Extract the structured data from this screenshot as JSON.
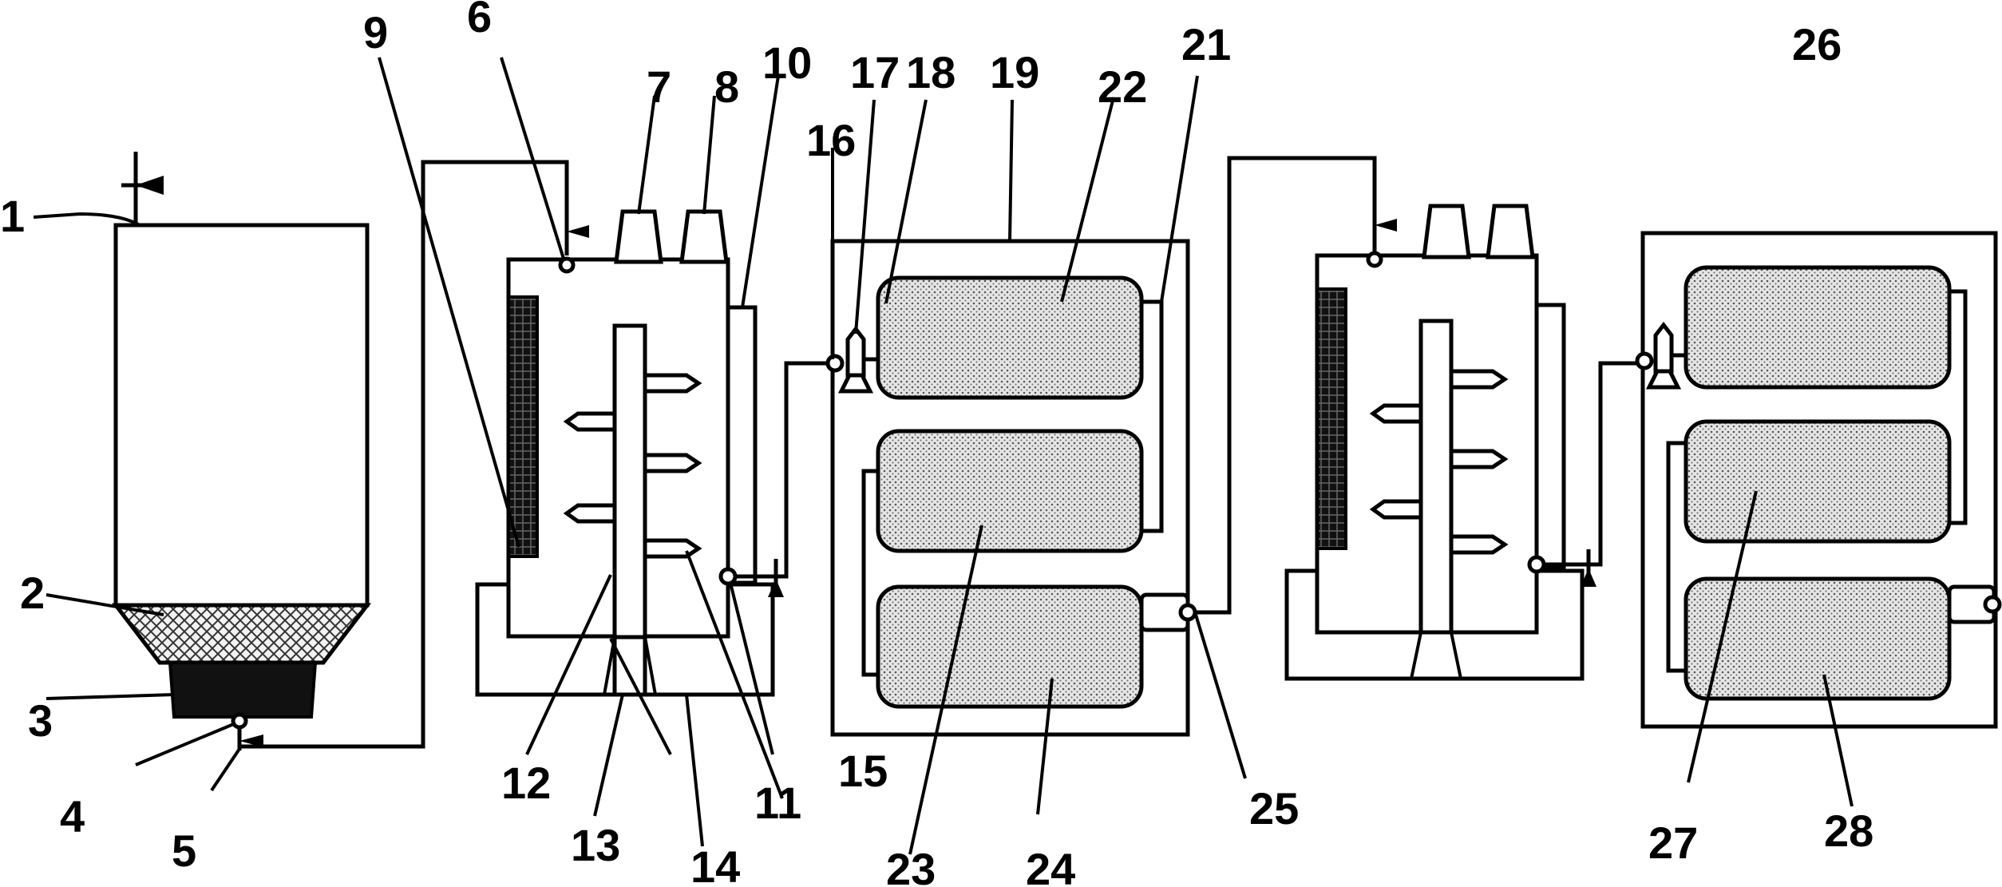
{
  "labels": {
    "n1": "1",
    "n2": "2",
    "n3": "3",
    "n4": "4",
    "n5": "5",
    "n6": "6",
    "n7": "7",
    "n8": "8",
    "n9": "9",
    "n10": "10",
    "n11": "11",
    "n12": "12",
    "n13": "13",
    "n14": "14",
    "n15": "15",
    "n16": "16",
    "n17": "17",
    "n18": "18",
    "n19": "19",
    "n21": "21",
    "n22": "22",
    "n23": "23",
    "n24": "24",
    "n25": "25",
    "n26": "26",
    "n27": "27",
    "n28": "28"
  },
  "colors": {
    "line": "#000000",
    "fill_dark": "#111111",
    "background": "#ffffff"
  }
}
